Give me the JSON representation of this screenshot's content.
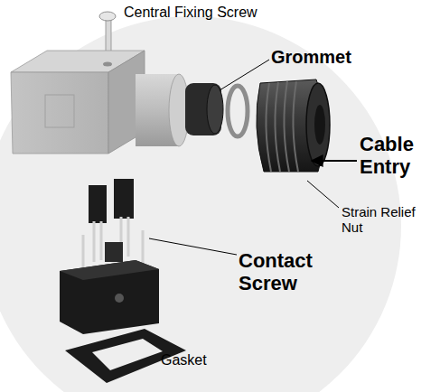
{
  "diagram": {
    "labels": [
      "Central Fixing Screw",
      "Grommet",
      "Cable Entry",
      "Strain Relief Nut",
      "Contact Screw",
      "Gasket"
    ]
  }
}
